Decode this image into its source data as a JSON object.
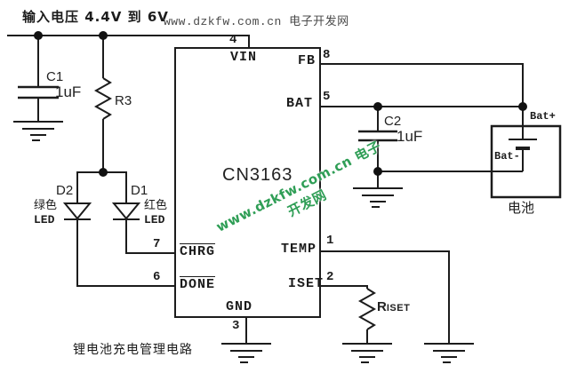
{
  "colors": {
    "line": "#1c1c1c",
    "watermark_top": "#4a4a4a",
    "watermark_green": "#2f9e56",
    "background": "#ffffff"
  },
  "header": {
    "input_label": "输入电压 4.4V 到 6V",
    "watermark": "www.dzkfw.com.cn 电子开发网"
  },
  "watermark_diagonal": "www.dzkfw.com.cn 电子开发网",
  "ic": {
    "part": "CN3163",
    "pin4": {
      "num": "4",
      "name": "VIN"
    },
    "pin8": {
      "num": "8",
      "name": "FB"
    },
    "pin5": {
      "num": "5",
      "name": "BAT"
    },
    "pin7": {
      "num": "7",
      "name": "CHRG"
    },
    "pin6": {
      "num": "6",
      "name": "DONE"
    },
    "pin1": {
      "num": "1",
      "name": "TEMP"
    },
    "pin2": {
      "num": "2",
      "name": "ISET"
    },
    "pin3": {
      "num": "3",
      "name": "GND"
    }
  },
  "components": {
    "c1": {
      "ref": "C1",
      "value": "1uF"
    },
    "r3": {
      "ref": "R3"
    },
    "c2": {
      "ref": "C2",
      "value": "1uF"
    },
    "riset": {
      "ref": "R",
      "sub": "ISET"
    },
    "d2": {
      "ref": "D2",
      "color_label": "绿色",
      "type": "LED"
    },
    "d1": {
      "ref": "D1",
      "color_label": "红色",
      "type": "LED"
    }
  },
  "battery": {
    "label": "电池",
    "positive": "Bat+",
    "negative": "Bat-"
  },
  "caption": "锂电池充电管理电路"
}
